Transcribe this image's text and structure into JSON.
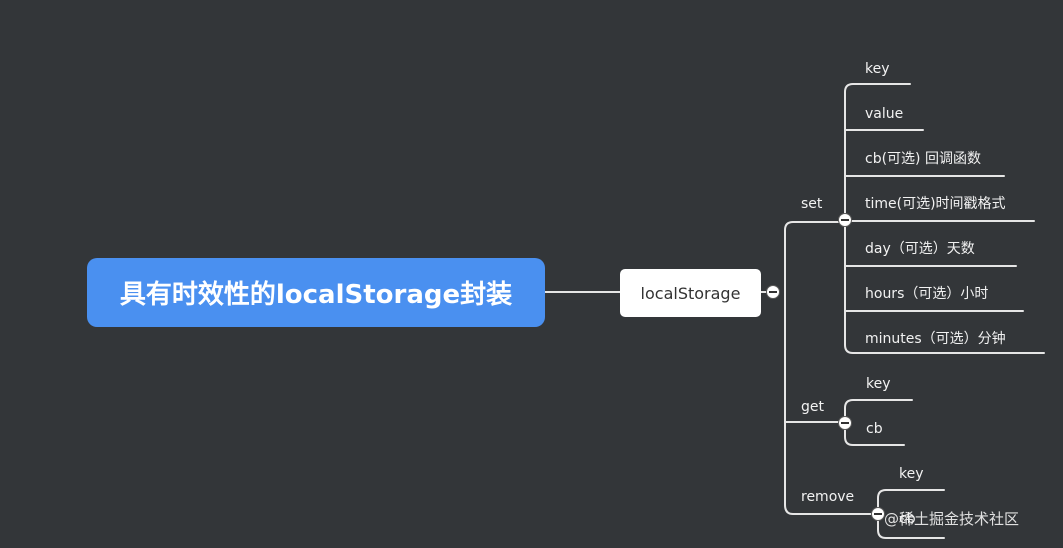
{
  "root": {
    "label": "具有时效性的localStorage封装"
  },
  "main": {
    "label": "localStorage"
  },
  "branches": {
    "set": {
      "label": "set",
      "children": [
        "key",
        "value",
        "cb(可选) 回调函数",
        "time(可选)时间戳格式",
        "day（可选）天数",
        "hours（可选）小时",
        "minutes（可选）分钟"
      ]
    },
    "get": {
      "label": "get",
      "children": [
        "key",
        "cb"
      ]
    },
    "remove": {
      "label": "remove",
      "children": [
        "key",
        "cb"
      ]
    }
  },
  "watermark": {
    "text": "@稀土掘金技术社区"
  },
  "colors": {
    "background": "#333639",
    "root_fill": "#4a90f0",
    "main_fill": "#ffffff",
    "lines": "#e6e6e6",
    "text": "#f2f2f2"
  }
}
